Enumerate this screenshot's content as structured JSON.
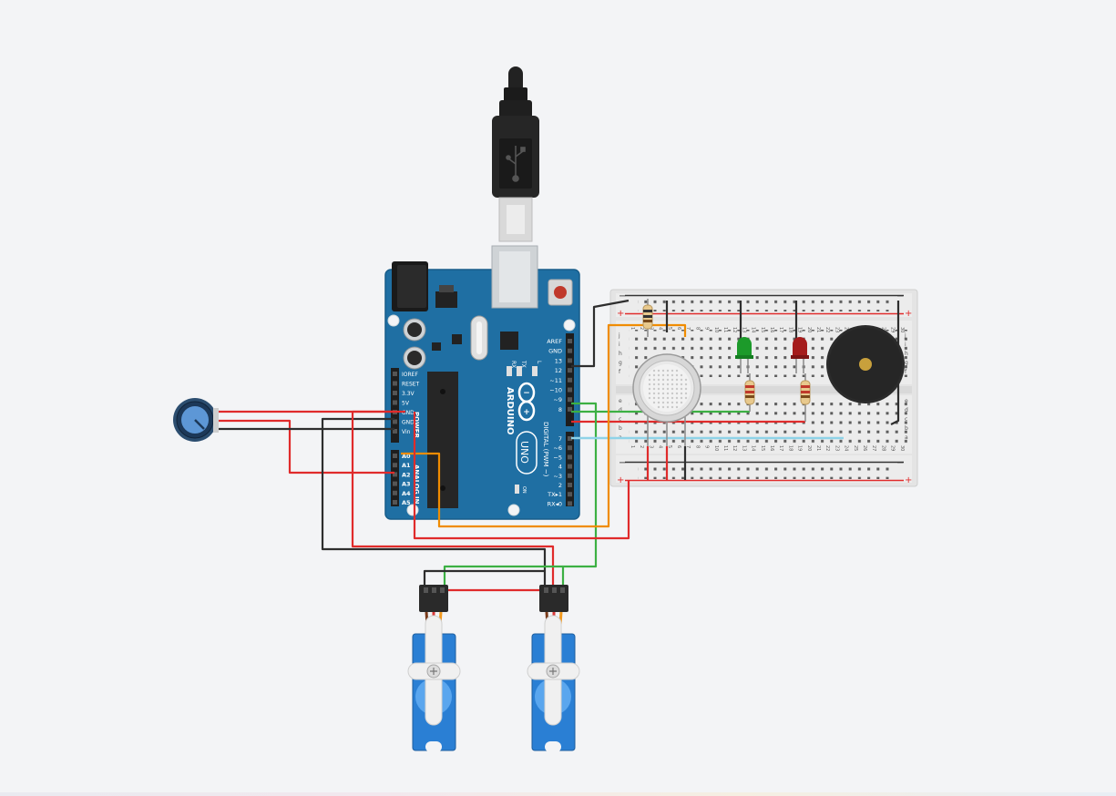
{
  "colors": {
    "background": "#f3f4f6",
    "arduino_blue": "#1f6fa3",
    "arduino_dark": "#155a86",
    "wire_red": "#e02b2b",
    "wire_black": "#2e2e2e",
    "wire_orange": "#f08c00",
    "wire_green": "#3cb043",
    "wire_cyan": "#8fd3e8",
    "breadboard": "#e7e7e7",
    "servo_blue": "#2a7fd4",
    "led_green": "#1c9a2a",
    "led_red": "#a51c1c",
    "buzzer": "#2b2b2b"
  },
  "arduino": {
    "brand": "ARDUINO",
    "model": "UNO",
    "on_label": "ON",
    "power_header_label": "POWER",
    "analog_header_label": "ANALOG IN",
    "digital_header_label": "DIGITAL (PWM ~)",
    "led_labels": [
      "L",
      "TX",
      "RX"
    ],
    "power_pins": [
      "IOREF",
      "RESET",
      "3.3V",
      "5V",
      "GND",
      "GND",
      "Vin"
    ],
    "analog_pins": [
      "A0",
      "A1",
      "A2",
      "A3",
      "A4",
      "A5"
    ],
    "digital_pins_upper": [
      "AREF",
      "GND",
      "13",
      "12",
      "~11",
      "~10",
      "~9",
      "8"
    ],
    "digital_pins_lower": [
      "7",
      "~6",
      "~5",
      "4",
      "~3",
      "2",
      "TX▸1",
      "RX◂0"
    ]
  },
  "breadboard": {
    "rail_minus": "−",
    "rail_plus": "+",
    "row_letters_top": [
      "j",
      "i",
      "h",
      "g",
      "f"
    ],
    "row_letters_bottom": [
      "e",
      "d",
      "c",
      "b",
      "a"
    ],
    "column_numbers": [
      "1",
      "2",
      "3",
      "4",
      "5",
      "6",
      "7",
      "8",
      "9",
      "10",
      "11",
      "12",
      "13",
      "14",
      "15",
      "16",
      "17",
      "18",
      "19",
      "20",
      "21",
      "22",
      "23",
      "24",
      "25",
      "26",
      "27",
      "28",
      "29",
      "30"
    ]
  },
  "components": {
    "usb_cable": "usb-cable",
    "potentiometer": "potentiometer",
    "gas_sensor": "gas-sensor",
    "led_green": "led-green",
    "led_red": "led-red",
    "buzzer": "piezo-buzzer",
    "servos": [
      "servo-1",
      "servo-2"
    ]
  }
}
